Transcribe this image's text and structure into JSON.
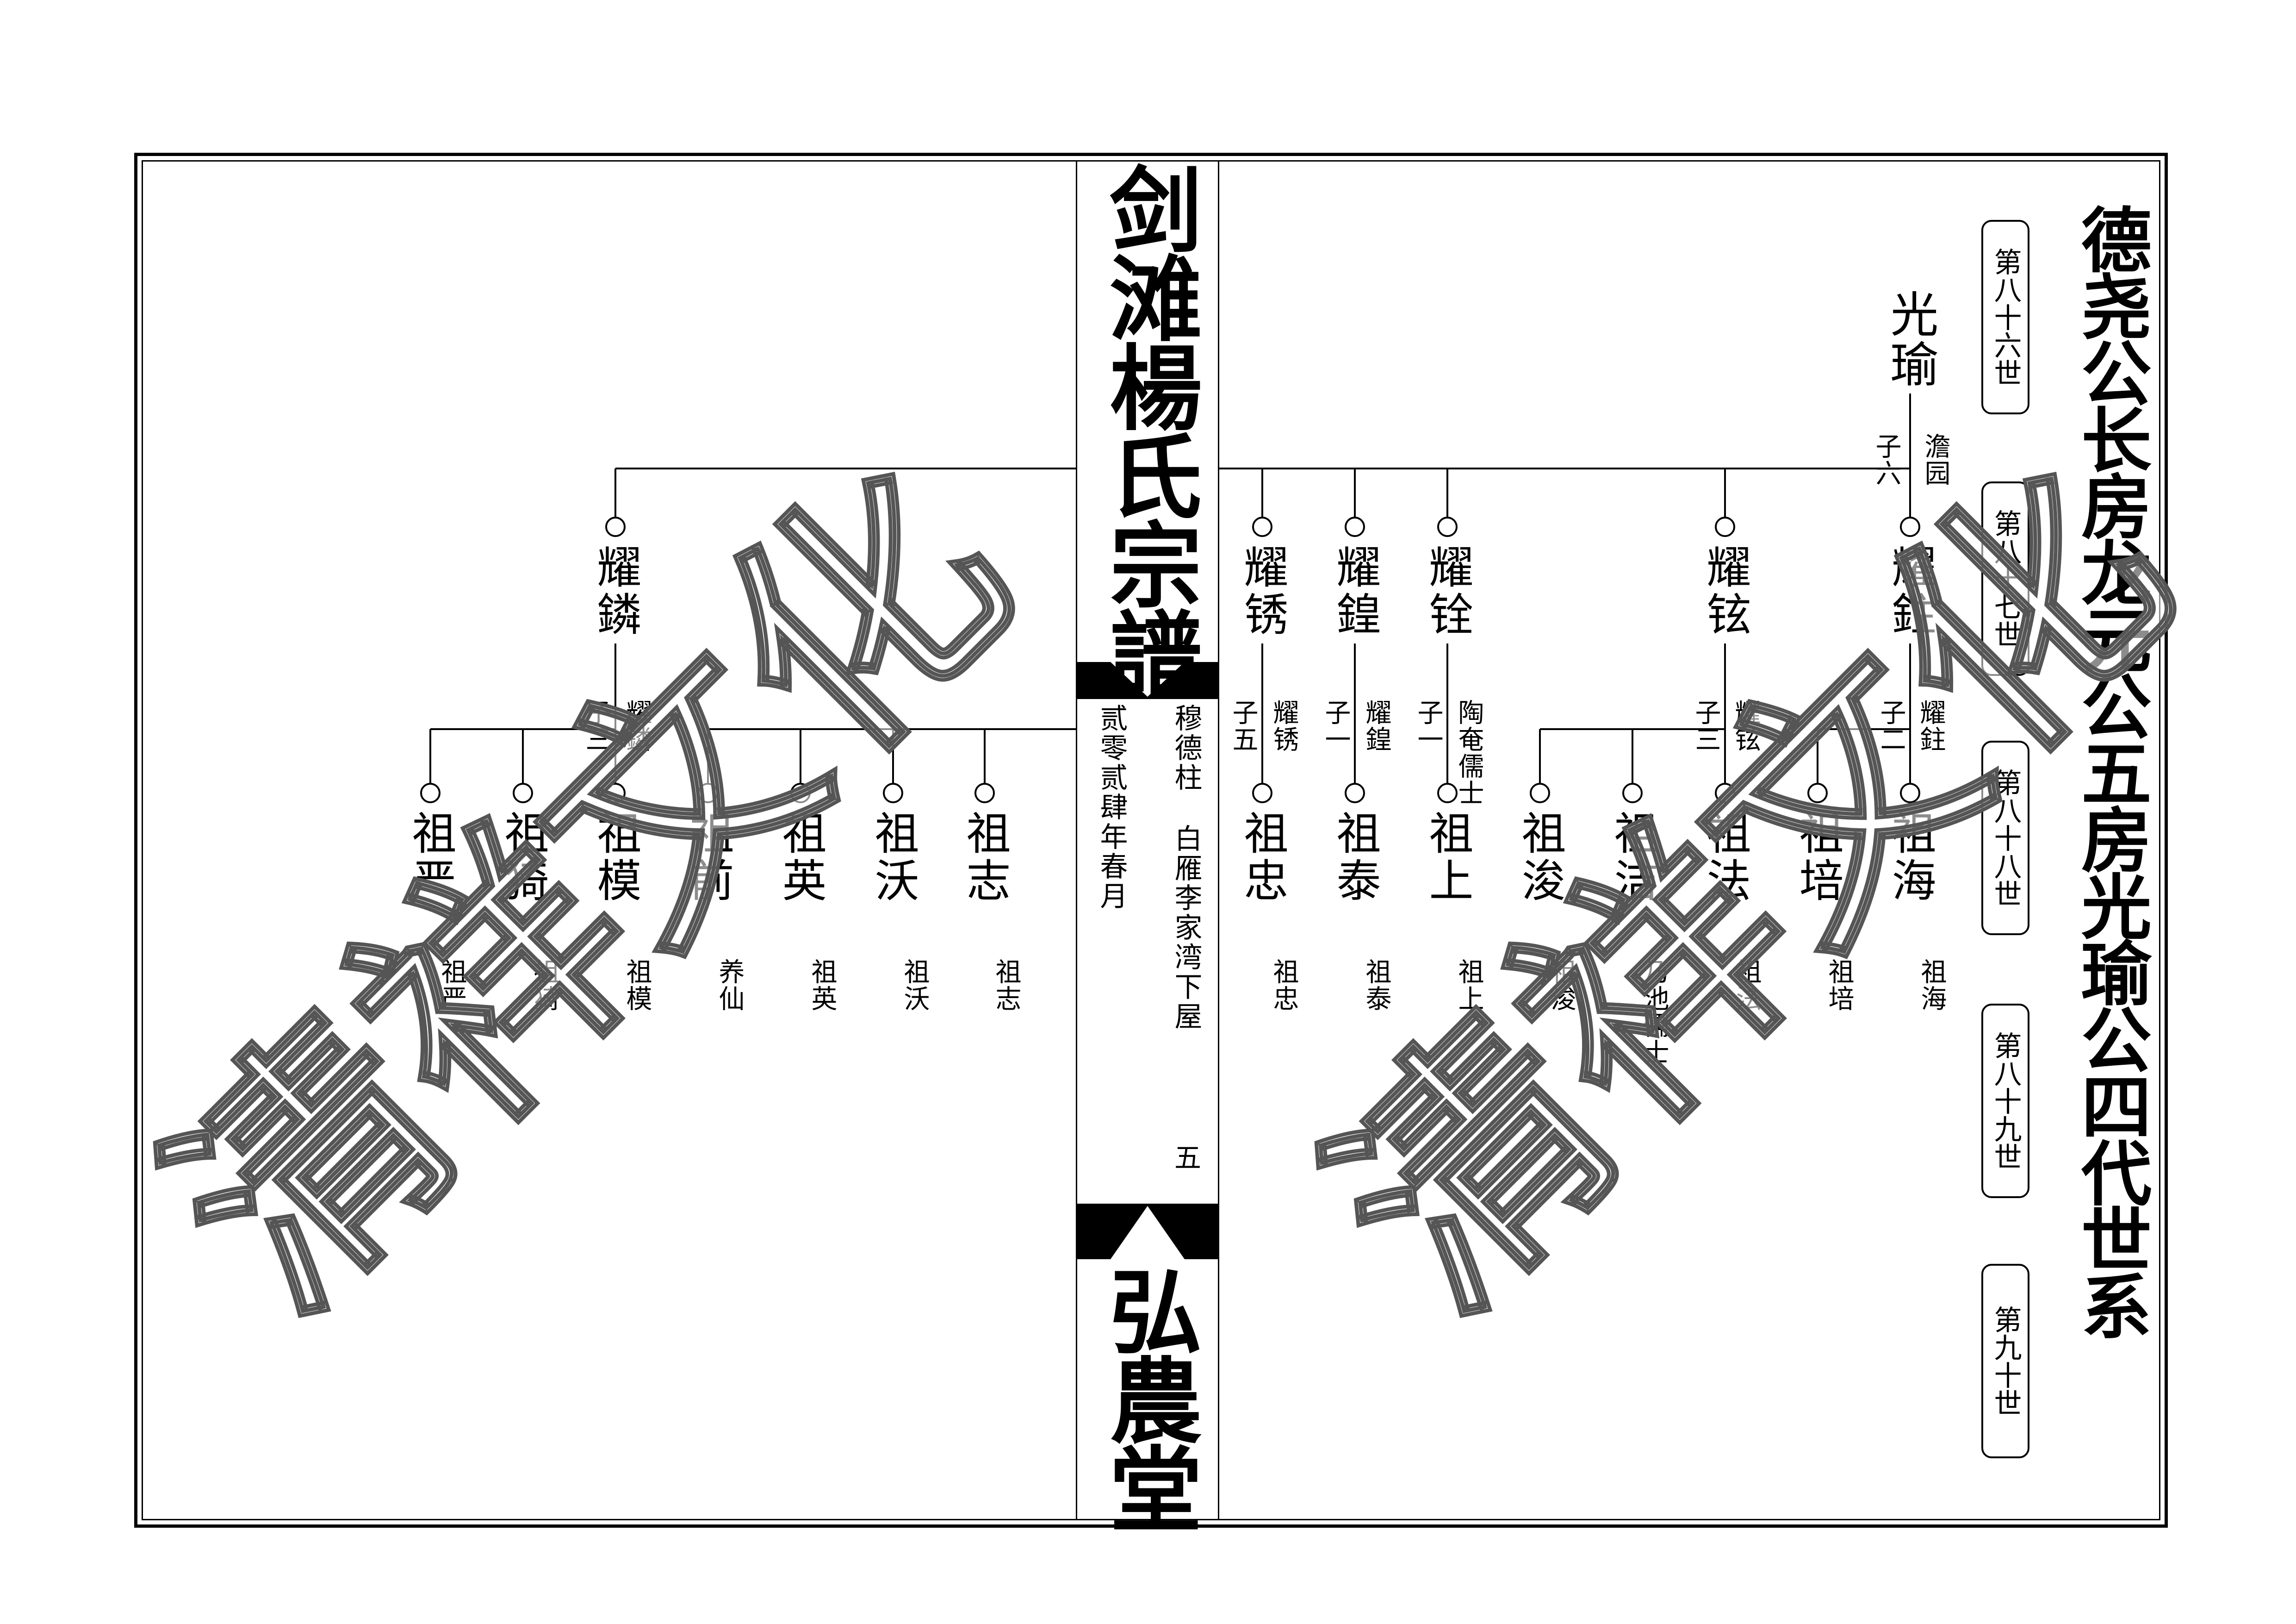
{
  "title": "德尧公长房龙元公五房光瑜公四代世系",
  "spine": {
    "top_title": "剑滩楊氏宗譜",
    "bottom_title": "弘農堂",
    "compiler": "穆德柱",
    "location": "白雁李家湾下屋",
    "date": "贰零贰肆年春月",
    "page_number": "五"
  },
  "generations": [
    "第八十六世",
    "第八十七世",
    "第八十八世",
    "第八十九世",
    "第九十世"
  ],
  "root": {
    "name": "光瑜",
    "note": "澹园",
    "child_count": "子六"
  },
  "gen2": [
    {
      "id": "yaoshi",
      "name": "耀鉒",
      "note": "耀鉒",
      "child_count": "子二"
    },
    {
      "id": "yaoxuan",
      "name": "耀铉",
      "note": "耀铉",
      "child_count": "子三"
    },
    {
      "id": "yaoquan",
      "name": "耀铨",
      "note": "陶奄儒士",
      "child_count": "子一"
    },
    {
      "id": "yaohuang",
      "name": "耀鍠",
      "note": "耀鍠",
      "child_count": "子一"
    },
    {
      "id": "yaoxiu",
      "name": "耀锈",
      "note": "耀锈",
      "child_count": "子五"
    },
    {
      "id": "yaolin",
      "name": "耀鏻",
      "note": "耀鏻",
      "child_count": "子三"
    }
  ],
  "gen3": [
    {
      "name": "祖海",
      "note": "祖海"
    },
    {
      "name": "祖培",
      "note": "祖培"
    },
    {
      "name": "祖法",
      "note": "祖法"
    },
    {
      "name": "祖洁",
      "note": "乃池儒士"
    },
    {
      "name": "祖浚",
      "note": "祖浚"
    },
    {
      "name": "祖上",
      "note": "祖上"
    },
    {
      "name": "祖泰",
      "note": "祖泰"
    },
    {
      "name": "祖忠",
      "note": "祖忠"
    },
    {
      "name": "祖志",
      "note": "祖志"
    },
    {
      "name": "祖沃",
      "note": "祖沃"
    },
    {
      "name": "祖英",
      "note": "祖英"
    },
    {
      "name": "祖前",
      "note": "养仙"
    },
    {
      "name": "祖模",
      "note": "祖模"
    },
    {
      "name": "祖猗",
      "note": "祖猗"
    },
    {
      "name": "祖严",
      "note": "祖严"
    }
  ],
  "watermark": "清祥文化"
}
